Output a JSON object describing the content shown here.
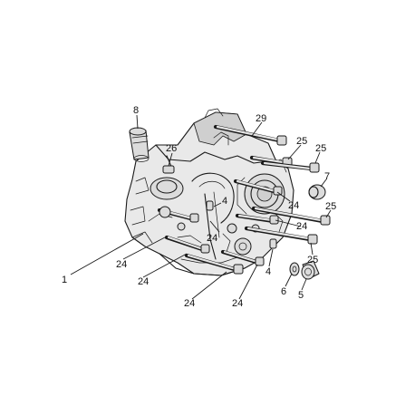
{
  "callouts": [
    {
      "id": "c1",
      "text": "1"
    },
    {
      "id": "c8",
      "text": "8"
    },
    {
      "id": "c26",
      "text": "26"
    },
    {
      "id": "c29",
      "text": "29"
    },
    {
      "id": "c25a",
      "text": "25"
    },
    {
      "id": "c25b",
      "text": "25"
    },
    {
      "id": "c7",
      "text": "7"
    },
    {
      "id": "c25c",
      "text": "25"
    },
    {
      "id": "c4a",
      "text": "4"
    },
    {
      "id": "c24a",
      "text": "24"
    },
    {
      "id": "c24b",
      "text": "24"
    },
    {
      "id": "c24c",
      "text": "24"
    },
    {
      "id": "c24d",
      "text": "24"
    },
    {
      "id": "c24e",
      "text": "24"
    },
    {
      "id": "c24f",
      "text": "24"
    },
    {
      "id": "c24g",
      "text": "24"
    },
    {
      "id": "c4b",
      "text": "4"
    },
    {
      "id": "c25d",
      "text": "25"
    },
    {
      "id": "c6",
      "text": "6"
    },
    {
      "id": "c5",
      "text": "5"
    }
  ]
}
